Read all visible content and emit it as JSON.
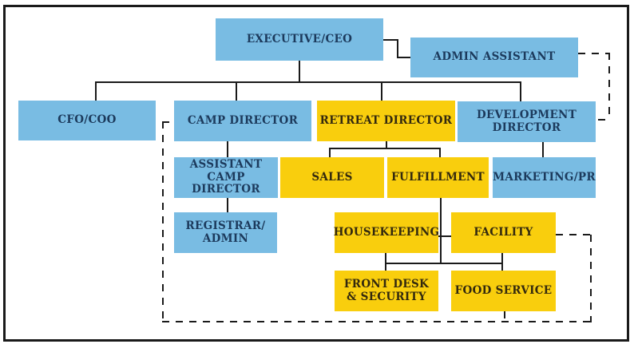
{
  "diagram": {
    "type": "org-chart",
    "nodes": {
      "ceo": {
        "label": "EXECUTIVE/CEO",
        "color": "#79BCE3"
      },
      "admin_assistant": {
        "label": "ADMIN ASSISTANT",
        "color": "#79BCE3"
      },
      "cfo_coo": {
        "label": "CFO/COO",
        "color": "#79BCE3"
      },
      "camp_director": {
        "label": "CAMP DIRECTOR",
        "color": "#79BCE3"
      },
      "retreat_director": {
        "label": "RETREAT DIRECTOR",
        "color": "#F9CE0D"
      },
      "development_director": {
        "label": "DEVELOPMENT\nDIRECTOR",
        "color": "#79BCE3"
      },
      "assistant_camp_director": {
        "label": "ASSISTANT\nCAMP DIRECTOR",
        "color": "#79BCE3"
      },
      "sales": {
        "label": "SALES",
        "color": "#F9CE0D"
      },
      "fulfillment": {
        "label": "FULFILLMENT",
        "color": "#F9CE0D"
      },
      "marketing_pr": {
        "label": "MARKETING/PR",
        "color": "#79BCE3"
      },
      "registrar_admin": {
        "label": "REGISTRAR/\nADMIN",
        "color": "#79BCE3"
      },
      "housekeeping": {
        "label": "HOUSEKEEPING",
        "color": "#F9CE0D"
      },
      "facility": {
        "label": "FACILITY",
        "color": "#F9CE0D"
      },
      "front_desk_security": {
        "label": "FRONT DESK\n& SECURITY",
        "color": "#F9CE0D"
      },
      "food_service": {
        "label": "FOOD SERVICE",
        "color": "#F9CE0D"
      }
    },
    "edges": [
      {
        "from": "ceo",
        "to": "admin_assistant",
        "style": "solid"
      },
      {
        "from": "ceo",
        "to": "cfo_coo",
        "style": "solid"
      },
      {
        "from": "ceo",
        "to": "camp_director",
        "style": "solid"
      },
      {
        "from": "ceo",
        "to": "retreat_director",
        "style": "solid"
      },
      {
        "from": "ceo",
        "to": "development_director",
        "style": "solid"
      },
      {
        "from": "camp_director",
        "to": "assistant_camp_director",
        "style": "solid"
      },
      {
        "from": "assistant_camp_director",
        "to": "registrar_admin",
        "style": "solid"
      },
      {
        "from": "retreat_director",
        "to": "sales",
        "style": "solid"
      },
      {
        "from": "retreat_director",
        "to": "fulfillment",
        "style": "solid"
      },
      {
        "from": "development_director",
        "to": "marketing_pr",
        "style": "solid"
      },
      {
        "from": "fulfillment",
        "to": "housekeeping",
        "style": "solid"
      },
      {
        "from": "fulfillment",
        "to": "facility",
        "style": "solid"
      },
      {
        "from": "housekeeping",
        "to": "front_desk_security",
        "style": "solid"
      },
      {
        "from": "facility",
        "to": "food_service",
        "style": "solid"
      },
      {
        "from": "admin_assistant",
        "to": "development_director",
        "style": "dashed"
      }
    ],
    "dashed_boundary": {
      "attached_to": [
        "camp_director",
        "facility",
        "food_service"
      ],
      "encloses": [
        "assistant_camp_director",
        "registrar_admin",
        "sales",
        "fulfillment",
        "housekeeping",
        "facility",
        "front_desk_security",
        "food_service"
      ]
    },
    "colors": {
      "box_blue": "#79BCE3",
      "box_yellow": "#F9CE0D",
      "text_on_blue": "#1C3A5C",
      "text_on_yellow": "#33290E",
      "line": "#1A1A1A",
      "background": "#FFFFFF"
    }
  }
}
